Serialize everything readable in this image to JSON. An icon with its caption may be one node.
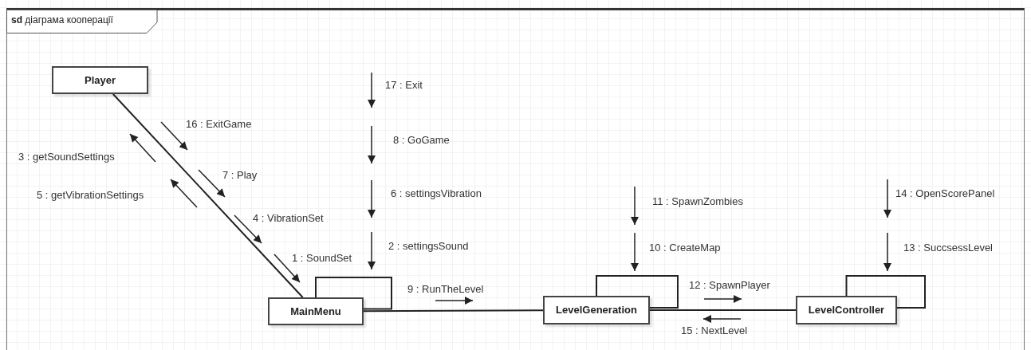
{
  "diagram": {
    "nodes": [
      {
        "text": [
          "**sd** діаграма кооперації"
        ]
      },
      {
        "text": [
          "Player"
        ],
        "in": 0
      },
      {
        "text": [
          "MainMenu"
        ],
        "in": 0
      },
      {
        "text": [
          "LevelGeneration"
        ],
        "in": 0
      },
      {
        "text": [
          "LevelController"
        ],
        "in": 0
      }
    ],
    "edges": [
      {
        "from": 1,
        "to": 2,
        "arrow": "none"
      },
      {
        "from": 2,
        "to": 2,
        "arrow": "none"
      },
      {
        "from": 2,
        "to": 3,
        "arrow": "none"
      },
      {
        "from": 3,
        "to": 3,
        "arrow": "none"
      },
      {
        "from": 3,
        "to": 4,
        "arrow": "none"
      },
      {
        "from": 4,
        "to": 4,
        "arrow": "none"
      }
    ],
    "labels": [
      "17 : Exit",
      "16 : ExitGame",
      "8 : GoGame",
      "3 : getSoundSettings",
      "7 : Play",
      "6 : settingsVibration",
      "11 : SpawnZombies",
      "14 : OpenScorePanel",
      "5 : getVibrationSettings",
      "4 : VibrationSet",
      "2 : settingsSound",
      "10 : CreateMap",
      "13 : SuccsessLevel",
      "1 : SoundSet",
      "9 : RunTheLevel",
      "12 : SpawnPlayer",
      "15 : NextLevel"
    ]
  }
}
